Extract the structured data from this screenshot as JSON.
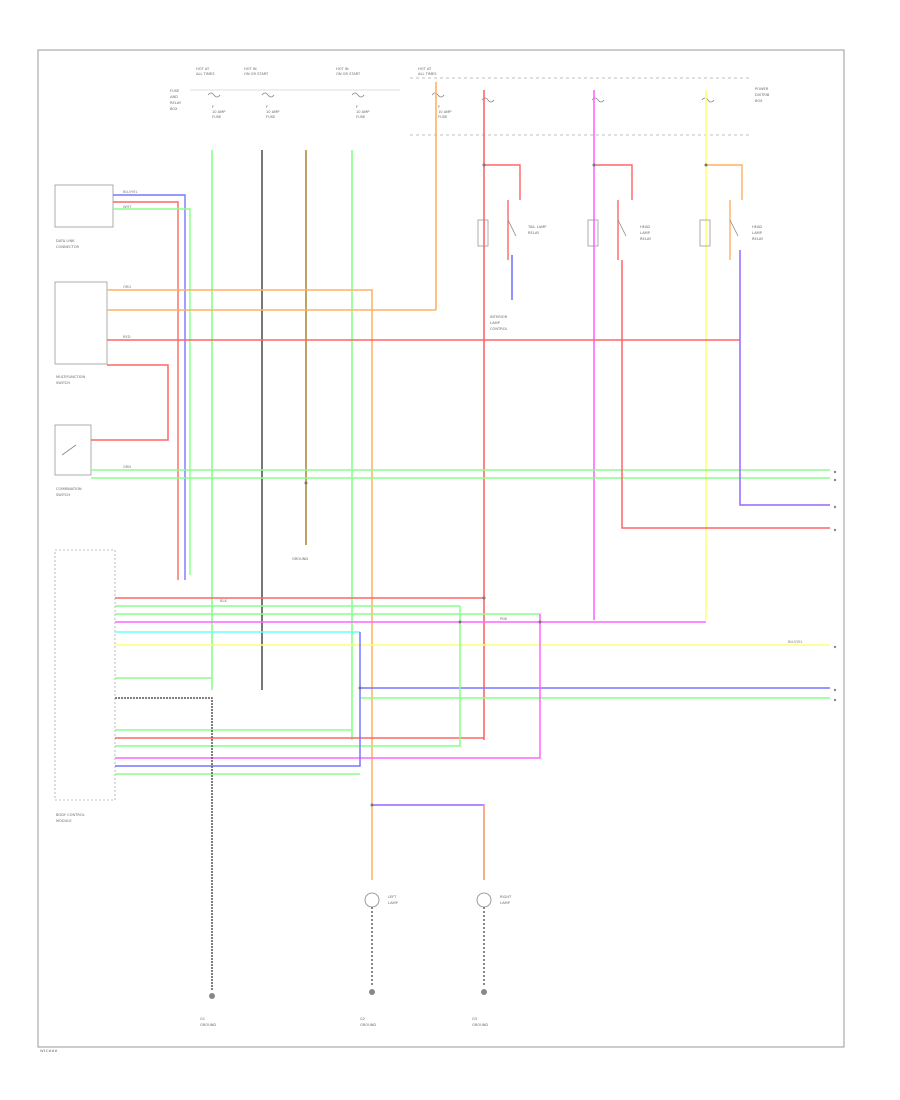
{
  "footer_code": "W1C###",
  "fuse_box": {
    "heading": [
      "FUSE",
      "AND",
      "RELAY",
      "BOX"
    ],
    "groups": [
      {
        "lines": [
          "HOT AT",
          "ALL TIMES"
        ],
        "fuse": [
          "F",
          "10 AMP",
          "FUSE"
        ]
      },
      {
        "lines": [
          "HOT IN",
          "ON OR START"
        ],
        "fuse": [
          "F",
          "10 AMP",
          "FUSE"
        ]
      },
      {
        "lines": [
          "HOT IN",
          "ON OR START"
        ],
        "fuse": [
          "F",
          "10 AMP",
          "FUSE"
        ]
      },
      {
        "lines": [
          "HOT AT",
          "ALL TIMES"
        ],
        "fuse": [
          "F",
          "10 AMP",
          "FUSE"
        ]
      }
    ],
    "right_box": [
      "POWER",
      "DISTRIB",
      "BOX"
    ]
  },
  "components": {
    "relay_1": [
      "TAIL LAMP",
      "RELAY"
    ],
    "relay_2": [
      "HEAD",
      "LAMP",
      "RELAY"
    ],
    "relay_3": [
      "HEAD",
      "LAMP",
      "RELAY"
    ],
    "interior": [
      "INTERIOR",
      "LAMP",
      "CONTROL"
    ],
    "connector_box": [
      "DATA LINK",
      "CONNECTOR"
    ],
    "switch_1": [
      "MULTIFUNCTION",
      "SWITCH"
    ],
    "switch_2": [
      "COMBINATION",
      "SWITCH"
    ],
    "module": [
      "BODY CONTROL",
      "MODULE"
    ],
    "ground_top": [
      "GROUND"
    ],
    "lamp_left": [
      "LEFT",
      "LAMP"
    ],
    "lamp_right": [
      "RIGHT",
      "LAMP"
    ],
    "ground_left": [
      "G1",
      "GROUND"
    ],
    "ground_mid": [
      "G2",
      "GROUND"
    ],
    "ground_right": [
      "G3",
      "GROUND"
    ]
  },
  "wire_labels": {
    "blu_yel": "BLU/YEL",
    "blk": "BLK",
    "wht": "WHT",
    "red": "RED",
    "grn": "GRN",
    "pnk": "PNK",
    "org": "ORG"
  },
  "colors": {
    "red": "#ff6666",
    "orange": "#ffb060",
    "green": "#88ff88",
    "blue": "#7777ff",
    "pink": "#ff66ff",
    "yellow": "#ffff77",
    "brown": "#b08a3a",
    "gray": "#9a9a9a",
    "purple": "#9966ff",
    "cyan": "#66ffff",
    "black": "#555555"
  }
}
